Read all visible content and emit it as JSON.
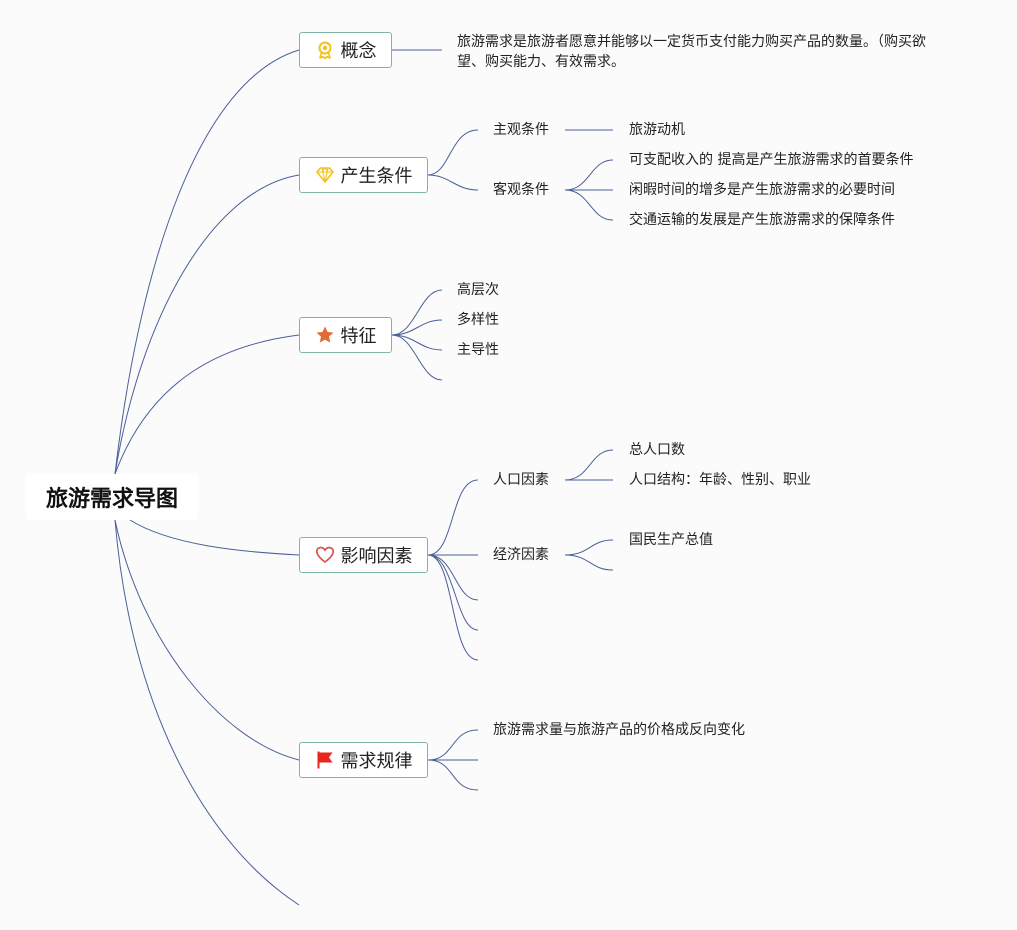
{
  "root": {
    "label": "旅游需求导图"
  },
  "topics": {
    "concept": {
      "label": "概念",
      "icon": "award-ribbon-icon",
      "description": "旅游需求是旅游者愿意并能够以一定货币支付能力购买产品的数量。（购买欲望、购买能力、有效需求。"
    },
    "conditions": {
      "label": "产生条件",
      "icon": "diamond-icon",
      "subjective": {
        "label": "主观条件",
        "items": [
          "旅游动机"
        ]
      },
      "objective": {
        "label": "客观条件",
        "items": [
          "可支配收入的 提高是产生旅游需求的首要条件",
          "闲暇时间的增多是产生旅游需求的必要时间",
          "交通运输的发展是产生旅游需求的保障条件"
        ]
      }
    },
    "features": {
      "label": "特征",
      "icon": "star-icon",
      "items": [
        "高层次",
        "多样性",
        "主导性"
      ]
    },
    "factors": {
      "label": "影响因素",
      "icon": "heart-icon",
      "population": {
        "label": "人口因素",
        "items": [
          "总人口数",
          "人口结构：年龄、性别、职业"
        ]
      },
      "economy": {
        "label": "经济因素",
        "items": [
          "国民生产总值"
        ]
      }
    },
    "laws": {
      "label": "需求规律",
      "icon": "red-flag-icon",
      "items": [
        "旅游需求量与旅游产品的价格成反向变化"
      ]
    }
  },
  "colors": {
    "line": "#4a5f99",
    "topic_border": "#7fb5a9",
    "gold": "#f2c21b",
    "star": "#e06b33",
    "heart": "#d9534f",
    "flag": "#e8261c"
  }
}
